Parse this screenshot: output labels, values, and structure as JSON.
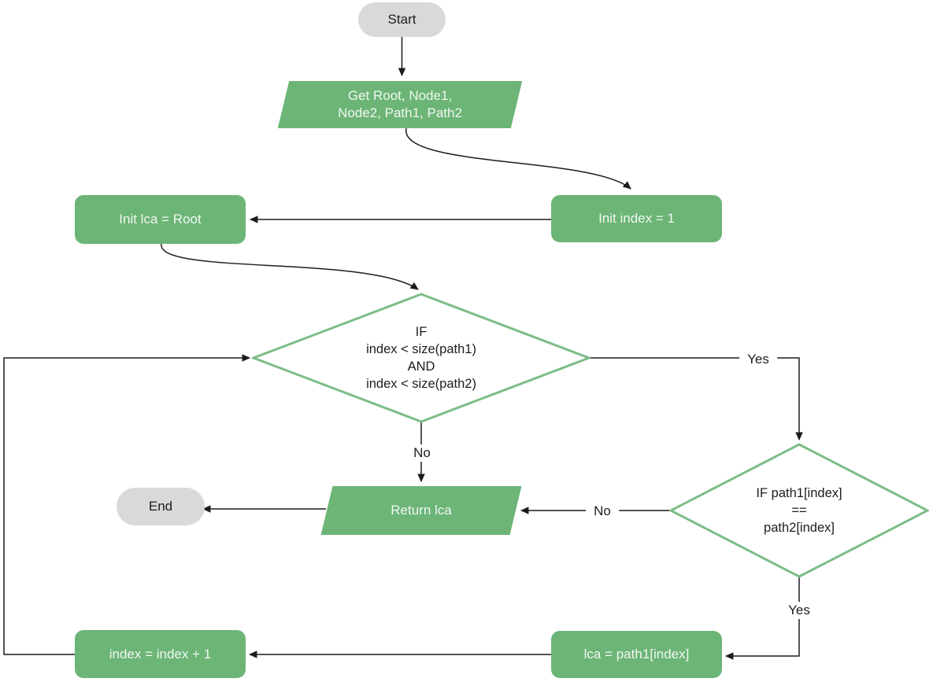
{
  "nodes": {
    "start": {
      "label": "Start"
    },
    "get_inputs": {
      "label": "Get Root, Node1,\nNode2, Path1, Path2"
    },
    "init_index": {
      "label": "Init index = 1"
    },
    "init_lca": {
      "label": "Init lca = Root"
    },
    "loop_condition": {
      "label": "IF\nindex < size(path1)\nAND\nindex < size(path2)"
    },
    "equal_condition": {
      "label": "IF path1[index]\n==\npath2[index]"
    },
    "return_lca": {
      "label": "Return lca"
    },
    "end": {
      "label": "End"
    },
    "set_lca": {
      "label": "lca = path1[index]"
    },
    "increment_index": {
      "label": "index = index + 1"
    }
  },
  "edge_labels": {
    "loop_yes": "Yes",
    "loop_no": "No",
    "equal_no": "No",
    "equal_yes": "Yes"
  },
  "colors": {
    "node_green": "#6cb577",
    "diamond_border": "#7cbd88",
    "terminal_gray": "#d9d9d9",
    "node_text_light": "#f1f7f1",
    "text_dark": "#1d1d1d",
    "connector": "#1c1c1c",
    "canvas_bg": "#ffffff"
  }
}
